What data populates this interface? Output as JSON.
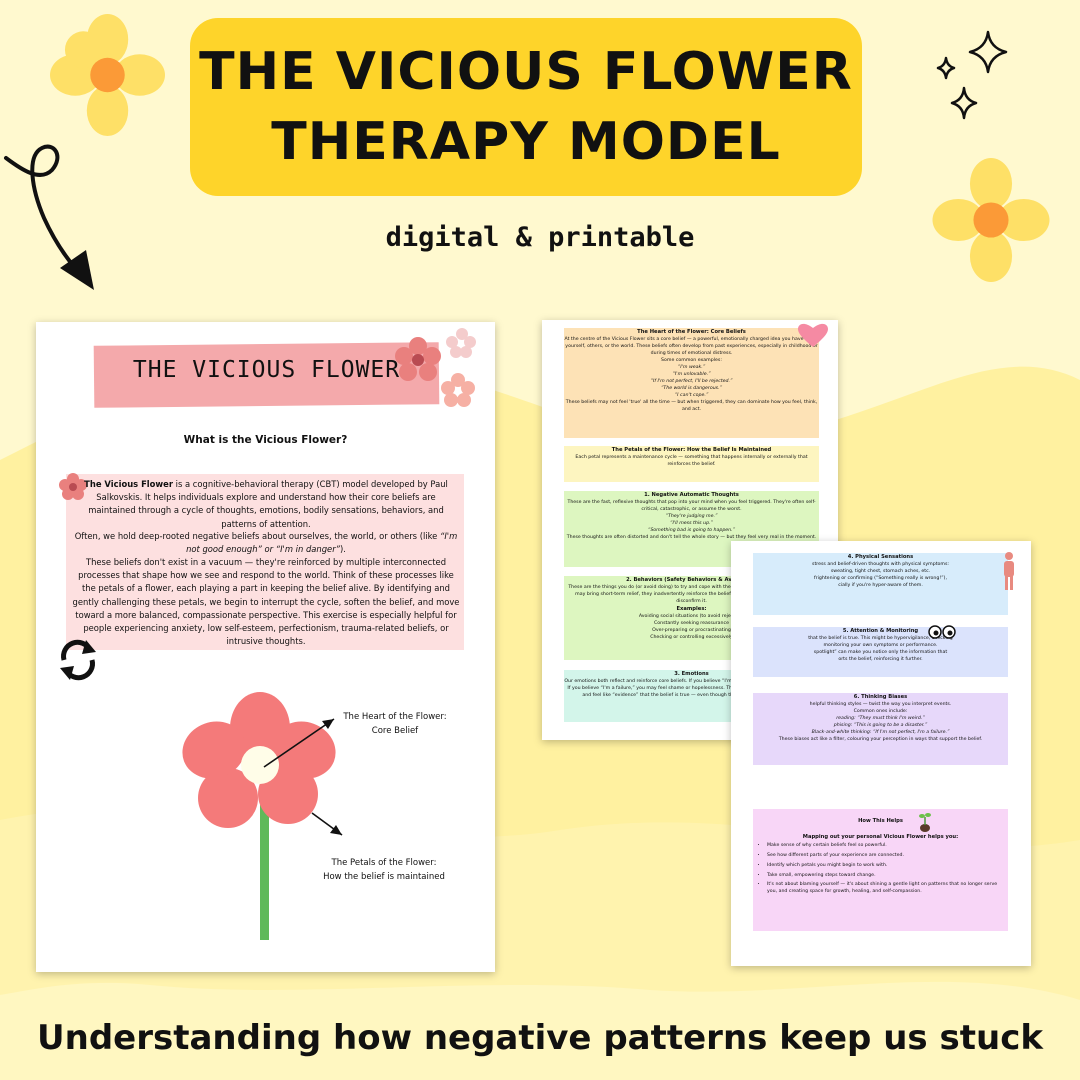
{
  "header": {
    "title_line1": "THE VICIOUS FLOWER",
    "title_line2": "THERAPY MODEL",
    "subtitle": "digital & printable"
  },
  "tagline": "Understanding how negative patterns keep us stuck",
  "colors": {
    "background": "#fff9cf",
    "wave": "#fff1a0",
    "title_box": "#fed42a",
    "banner": "#f4a9ab",
    "petal": "#f47a7a",
    "stem": "#5fb95a"
  },
  "page1": {
    "banner": "THE VICIOUS FLOWER",
    "heading": "What is the Vicious Flower?",
    "intro_bold": "The Vicious Flower",
    "intro_rest": "is a cognitive-behavioral therapy (CBT) model developed by Paul Salkovskis. It helps individuals explore and understand how their core beliefs are maintained through a cycle of thoughts, emotions, bodily sensations, behaviors, and patterns of attention.",
    "para2_start": "Often, we hold deep-rooted negative beliefs about ourselves, the world, or others (like",
    "para2_quote": "“I'm not good enough” or “I'm in danger”",
    "para2_end": ").",
    "para3": "These beliefs don't exist in a vacuum — they're reinforced by multiple interconnected processes that shape how we see and respond to the world. Think of these processes like the petals of a flower, each playing a part in keeping the belief alive. By identifying and gently challenging these petals, we begin to interrupt the cycle, soften the belief, and move toward a more balanced, compassionate perspective. This exercise is especially helpful for people experiencing anxiety, low self-esteem, perfectionism, trauma-related beliefs, or intrusive thoughts.",
    "label_heart_1": "The Heart of the Flower:",
    "label_heart_2": "Core Belief",
    "label_petals_1": "The Petals of the Flower:",
    "label_petals_2": "How the belief is maintained"
  },
  "page2": {
    "s1": {
      "title": "The Heart of the Flower: Core Beliefs",
      "text": "At the centre of the Vicious Flower sits a core belief — a powerful, emotionally charged idea you have about yourself, others, or the world. These beliefs often develop from past experiences, especially in childhood or during times of emotional distress.",
      "examples_label": "Some common examples:",
      "examples": [
        "“I'm weak.”",
        "“I'm unlovable.”",
        "“If I'm not perfect, I'll be rejected.”",
        "“The world is dangerous.”",
        "“I can't cope.”"
      ],
      "closing": "These beliefs may not feel 'true' all the time — but when triggered, they can dominate how you feel, think, and act."
    },
    "s2": {
      "title": "The Petals of the Flower: How the Belief Is Maintained",
      "text": "Each petal represents a maintenance cycle — something that happens internally or externally that reinforces the belief."
    },
    "s3": {
      "title": "1. Negative Automatic Thoughts",
      "text": "These are the fast, reflexive thoughts that pop into your mind when you feel triggered. They're often self-critical, catastrophic, or assume the worst.",
      "examples": [
        "“They're judging me.”",
        "“I'll mess this up.”",
        "“Something bad is going to happen.”"
      ],
      "closing": "These thoughts are often distorted and don't tell the whole story — but they feel very real in the moment."
    },
    "s4": {
      "title": "2. Behaviors (Safety Behaviors & Avoidance)",
      "text": "These are the things you do (or avoid doing) to try and cope with the discomfort of the belief. While they may bring short-term relief, they inadvertently reinforce the belief by never giving you a chance to disconfirm it.",
      "examples_label": "Examples:",
      "examples": [
        "Avoiding social situations (to avoid rejection)",
        "Constantly seeking reassurance",
        "Over-preparing or procrastinating",
        "Checking or controlling excessively"
      ]
    },
    "s5": {
      "title": "3. Emotions",
      "text": "Our emotions both reflect and reinforce core beliefs. If you believe “I'm unsafe,” you're likely to feel anxiety. If you believe “I'm a failure,” you may feel shame or hopelessness. These emotions can be overwhelming and feel like “evidence” that the belief is true — even though they are just signals, not facts."
    }
  },
  "page3": {
    "s1": {
      "title": "4. Physical Sensations",
      "lines": [
        "stress and belief-driven thoughts with physical symptoms:",
        "sweating, tight chest, stomach aches, etc.",
        "frightening or confirming (“Something really is wrong!”),",
        "cially if you're hyper-aware of them."
      ]
    },
    "s2": {
      "title": "5. Attention & Monitoring",
      "lines": [
        "that the belief is true. This might be hypervigilance, checking",
        "monitoring your own symptoms or performance.",
        "spotlight” can make you notice only the information that",
        "orts the belief, reinforcing it further."
      ]
    },
    "s3": {
      "title": "6. Thinking Biases",
      "lines": [
        "helpful thinking styles — twist the way you interpret events.",
        "Common ones include:",
        "reading: “They must think I'm weird.”",
        "phising: “This is going to be a disaster.”",
        "Black-and-white thinking: “If I'm not perfect, I'm a failure.”",
        "These biases act like a filter, colouring your perception in ways that support the belief."
      ]
    },
    "s4": {
      "title": "How This Helps",
      "intro": "Mapping out your personal Vicious Flower helps you:",
      "items": [
        "Make sense of why certain beliefs feel so powerful.",
        "See how different parts of your experience are connected.",
        "Identify which petals you might begin to work with.",
        "Take small, empowering steps toward change.",
        "It's not about blaming yourself — it's about shining a gentle light on patterns that no longer serve you, and creating space for growth, healing, and self-compassion."
      ]
    }
  }
}
